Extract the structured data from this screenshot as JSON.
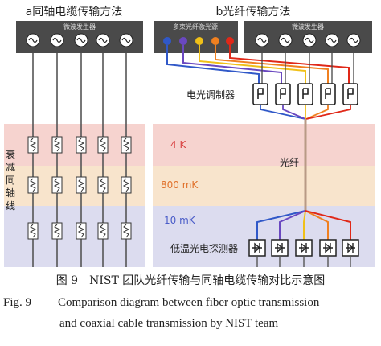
{
  "panels": {
    "a_title": "a同轴电缆传输方法",
    "b_title": "b光纤传输方法",
    "generator_label_a": "微波发生器",
    "generator_label_b": "微波发生器",
    "multi_laser_label": "多束光纤激光源",
    "eo_modulator_label": "电光调制器",
    "attenuated_coax_label": "衰减同轴线",
    "fiber_label": "光纤",
    "photodetector_label": "低温光电探测器"
  },
  "temperature_stages": [
    "4 K",
    "800 mK",
    "10 mK"
  ],
  "colors": {
    "stage_4k": "#f6d3cf",
    "stage_800mk": "#f8e4cc",
    "stage_10mk": "#dcdcef",
    "label_4k": "#d84040",
    "label_800mk": "#e0702a",
    "label_10mk": "#4a5cc8",
    "box_dark": "#4a4a4a",
    "fiber_blue": "#3058c8",
    "fiber_purple": "#6a48c0",
    "fiber_yellow": "#f0c018",
    "fiber_orange": "#f08020",
    "fiber_red": "#e02818"
  },
  "caption": {
    "cn": "图 9　NIST 团队光纤传输与同轴电缆传输对比示意图",
    "en_label": "Fig. 9",
    "en_line1": "Comparison diagram between fiber optic transmission",
    "en_line2": "and coaxial cable transmission by NIST team"
  }
}
